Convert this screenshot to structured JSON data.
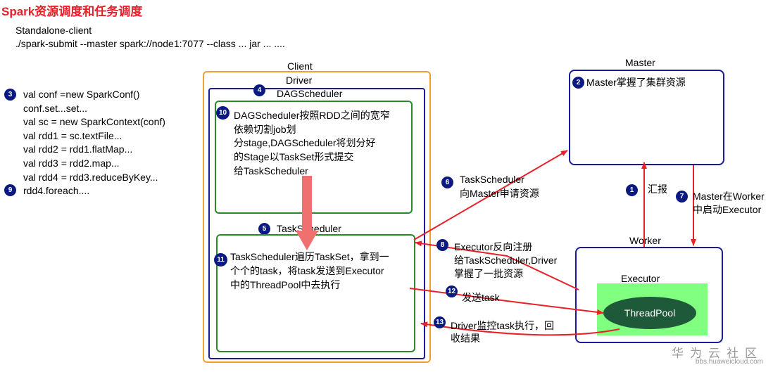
{
  "title": "Spark资源调度和任务调度",
  "subtitle": {
    "mode": "Standalone-client",
    "command": "./spark-submit --master spark://node1:7077 --class ... jar ... ...."
  },
  "code_block": {
    "lines": [
      "val conf =new SparkConf()",
      "conf.set...set...",
      "val sc = new SparkContext(conf)",
      "val rdd1 = sc.textFile...",
      "val rdd2 = rdd1.flatMap...",
      "val rdd3 = rdd2.map...",
      "val rdd4 = rdd3.reduceByKey...",
      "rdd4.foreach...."
    ]
  },
  "client": {
    "label": "Client"
  },
  "driver": {
    "label": "Driver"
  },
  "dag_scheduler": {
    "label": "DAGScheduler",
    "desc": [
      "DAGScheduler按照RDD之间的宽窄",
      "依赖切割job划",
      "分stage,DAGScheduler将划分好",
      "的Stage以TaskSet形式提交",
      "给TaskScheduler"
    ]
  },
  "task_scheduler": {
    "label": "TaskScheduler",
    "desc": [
      "TaskScheduler遍历TaskSet，拿到一",
      "个个的task，将task发送到Executor",
      "中的ThreadPool中去执行"
    ]
  },
  "master": {
    "label": "Master",
    "desc": "Master掌握了集群资源"
  },
  "worker": {
    "label": "Worker"
  },
  "executor": {
    "label": "Executor",
    "threadpool": "ThreadPool"
  },
  "steps": {
    "s1": {
      "num": "1",
      "text": "汇报"
    },
    "s2": {
      "num": "2"
    },
    "s3": {
      "num": "3"
    },
    "s4": {
      "num": "4"
    },
    "s5": {
      "num": "5"
    },
    "s6": {
      "num": "6",
      "text": [
        "TaskScheduler",
        "向Master申请资源"
      ]
    },
    "s7": {
      "num": "7",
      "text": [
        "Master在Worker",
        "中启动Executor"
      ]
    },
    "s8": {
      "num": "8",
      "text": [
        "Executor反向注册",
        "给TaskScheduler,Driver",
        "掌握了一批资源"
      ]
    },
    "s9": {
      "num": "9"
    },
    "s10": {
      "num": "10"
    },
    "s11": {
      "num": "11"
    },
    "s12": {
      "num": "12",
      "text": "发送task"
    },
    "s13": {
      "num": "13",
      "text": [
        "Driver监控task执行，回",
        "收结果"
      ]
    }
  },
  "watermark": {
    "brand": "华为云社区",
    "url": "bbs.huaweicloud.com"
  },
  "colors": {
    "title": "#e8202a",
    "client_border": "#f0a030",
    "driver_border": "#1a1a9a",
    "green_border": "#2a8a2a",
    "node_border": "#1a1a9a",
    "arrow": "#e8202a",
    "badge": "#0a1a80",
    "executor_fill": "#80ff80",
    "threadpool_fill": "#1e5a3a"
  }
}
